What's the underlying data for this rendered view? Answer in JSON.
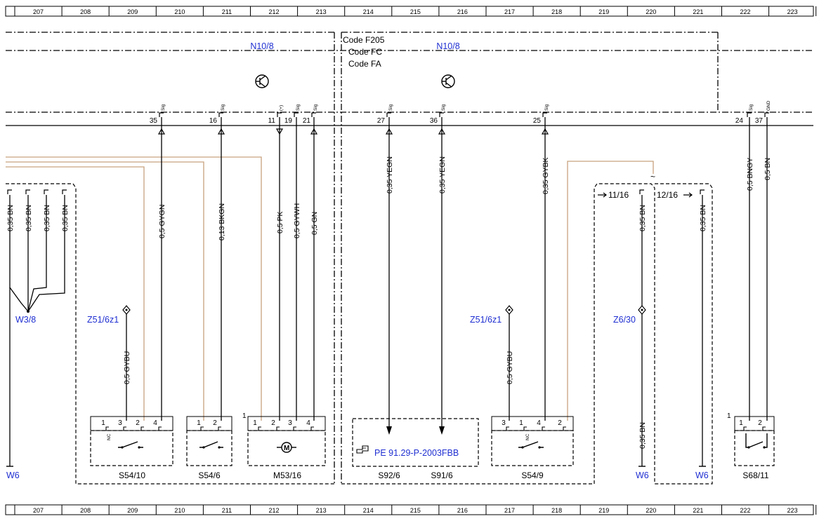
{
  "zones": [
    "207",
    "208",
    "209",
    "210",
    "211",
    "212",
    "213",
    "214",
    "215",
    "216",
    "217",
    "218",
    "219",
    "220",
    "221",
    "222",
    "223"
  ],
  "module": {
    "name": "N10/8",
    "code_box": [
      "Code F205",
      "Code FC",
      "Code FA"
    ]
  },
  "pins_left": [
    {
      "num": "35",
      "sig": "Sig",
      "wire": "0,5 GYGN"
    },
    {
      "num": "16",
      "sig": "Sig",
      "wire": "0,13 BKGN"
    },
    {
      "num": "11",
      "sig": "(+)",
      "wire": "0,5 PK"
    },
    {
      "num": "19",
      "sig": "Sig",
      "wire": "0,5 GYWH"
    },
    {
      "num": "21",
      "sig": "Sig",
      "wire": "0,5 GN"
    }
  ],
  "pins_mid": [
    {
      "num": "27",
      "sig": "Sig",
      "wire": "0,35 YEGN"
    },
    {
      "num": "36",
      "sig": "Sig",
      "wire": "0,35 YEGN"
    },
    {
      "num": "25",
      "sig": "Sig",
      "wire": "0,35 GYBK"
    }
  ],
  "pins_right": [
    {
      "num": "24",
      "sig": "Sig",
      "wire": "0,5 BNGY"
    },
    {
      "num": "37",
      "sig": "GND",
      "wire": "0,5 BN"
    }
  ],
  "left_bundle": {
    "wires": [
      "0,35 BN",
      "0,35 BN",
      "0,35 BN",
      "0,35 BN"
    ],
    "splice": "W3/8",
    "ground": "W6"
  },
  "z51_left": {
    "label": "Z51/6z1",
    "wire": "0,5 GYBU"
  },
  "z51_right": {
    "label": "Z51/6z1",
    "wire": "0,5 GYBU"
  },
  "code_group": {
    "ref_left": "11/16",
    "ref_right": "12/16",
    "tilde": "~",
    "wire_left": "0,35 BN",
    "wire_right": "0,35 BN",
    "wire_lower": "0,35 BN",
    "splice": "Z6/30",
    "ground_left": "W6",
    "ground_right": "W6"
  },
  "components": {
    "s54_10": {
      "name": "S54/10",
      "pins": [
        "1",
        "3",
        "2",
        "4"
      ],
      "nc": "NC"
    },
    "s54_6": {
      "name": "S54/6",
      "pins": [
        "1",
        "2"
      ]
    },
    "m53_16": {
      "name": "M53/16",
      "pins": [
        "1",
        "2",
        "3",
        "4"
      ],
      "corner": "1"
    },
    "pe_box": {
      "ref": "PE 91.29-P-2003FBB",
      "name_left": "S92/6",
      "name_right": "S91/6"
    },
    "s54_9": {
      "name": "S54/9",
      "pins": [
        "3",
        "1",
        "4",
        "2"
      ],
      "nc": "NC"
    },
    "s68_11": {
      "name": "S68/11",
      "pins": [
        "1",
        "2"
      ],
      "corner": "1"
    }
  }
}
